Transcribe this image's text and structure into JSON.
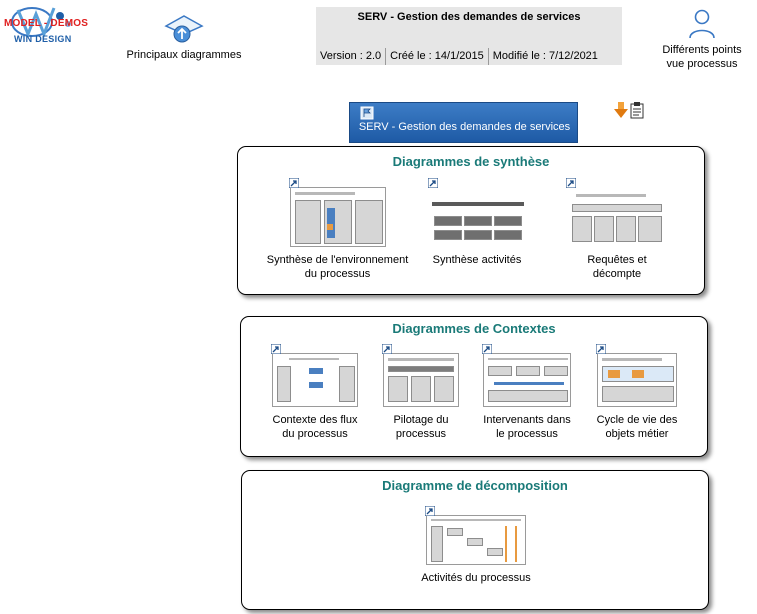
{
  "logo": {
    "model_text": "MODEL - DEMOS",
    "brand_text": "WIN DESIGN"
  },
  "nav": {
    "principal_label": "Principaux diagrammes",
    "views_label_1": "Différents points",
    "views_label_2": "vue processus"
  },
  "header": {
    "title": "SERV - Gestion des demandes de services",
    "version": "Version : 2.0",
    "created": "Créé le : 14/1/2015",
    "modified": "Modifié le : 7/12/2021"
  },
  "main_button": {
    "label": "SERV - Gestion des demandes de services"
  },
  "groups": {
    "synthese": {
      "title": "Diagrammes de synthèse",
      "items": [
        {
          "line1": "Synthèse de l'environnement",
          "line2": "du processus"
        },
        {
          "line1": "Synthèse activités",
          "line2": ""
        },
        {
          "line1": "Requêtes et",
          "line2": "décompte"
        }
      ]
    },
    "contextes": {
      "title": "Diagrammes de Contextes",
      "items": [
        {
          "line1": "Contexte des flux",
          "line2": "du processus"
        },
        {
          "line1": "Pilotage du",
          "line2": "processus"
        },
        {
          "line1": "Intervenants dans",
          "line2": "le processus"
        },
        {
          "line1": "Cycle de vie des",
          "line2": "objets métier"
        }
      ]
    },
    "decomposition": {
      "title": "Diagramme de décomposition",
      "items": [
        {
          "line1": "Activités du processus",
          "line2": ""
        }
      ]
    }
  },
  "colors": {
    "accent_teal": "#1a7a78",
    "button_blue": "#2c6ab5",
    "logo_red": "#e02020"
  },
  "icons": [
    "windesign-logo",
    "home-diagram-icon",
    "user-views-icon",
    "flag-icon",
    "download-arrow-icon",
    "clipboard-icon",
    "link-arrow-icon"
  ]
}
